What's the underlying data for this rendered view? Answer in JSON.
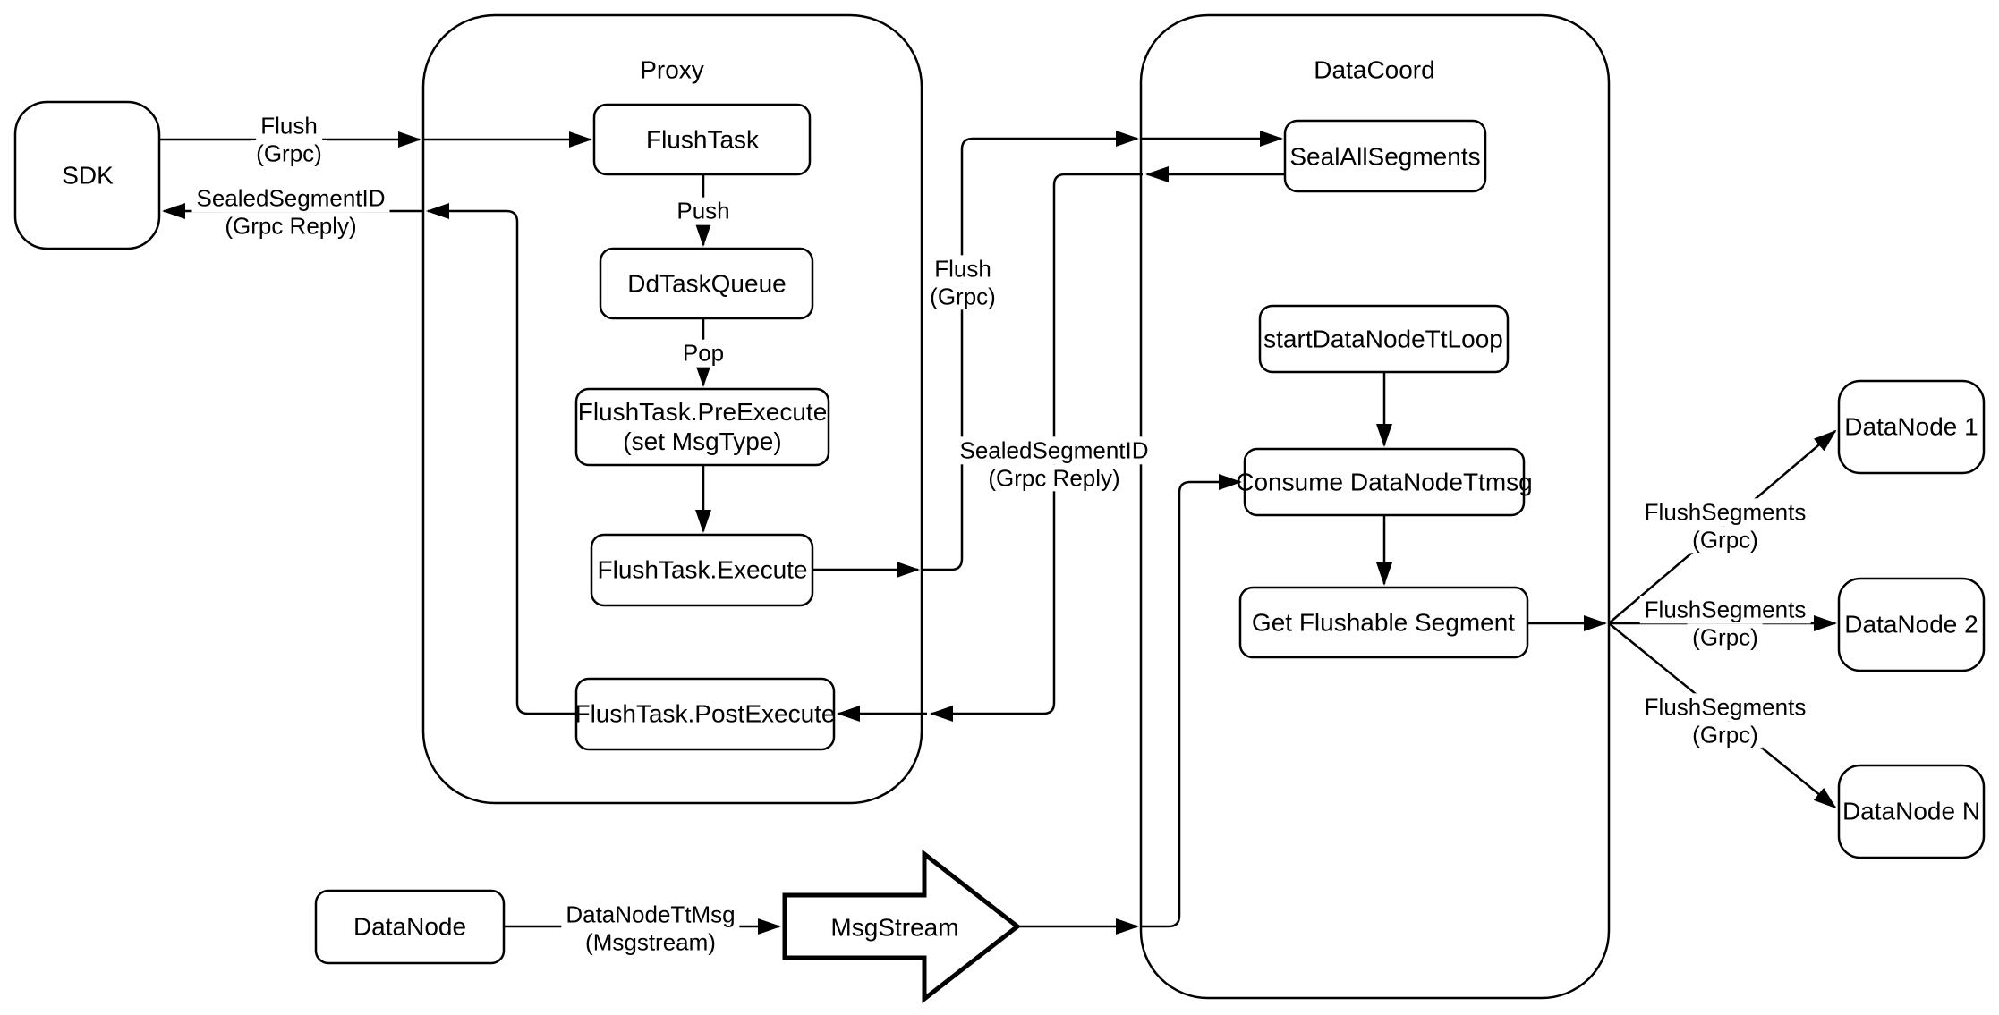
{
  "containers": {
    "proxy": {
      "label": "Proxy"
    },
    "datacoord": {
      "label": "DataCoord"
    }
  },
  "nodes": {
    "sdk": {
      "label": "SDK"
    },
    "flush_task": {
      "label": "FlushTask"
    },
    "dd_task_queue": {
      "label": "DdTaskQueue"
    },
    "pre_execute": {
      "label": "FlushTask.PreExecute",
      "sublabel": "(set MsgType)"
    },
    "execute": {
      "label": "FlushTask.Execute"
    },
    "post_execute": {
      "label": "FlushTask.PostExecute"
    },
    "seal_all_segments": {
      "label": "SealAllSegments"
    },
    "start_loop": {
      "label": "startDataNodeTtLoop"
    },
    "consume": {
      "label": "Consume DataNodeTtmsg"
    },
    "get_flushable": {
      "label": "Get Flushable Segment"
    },
    "datanode1": {
      "label": "DataNode 1"
    },
    "datanode2": {
      "label": "DataNode 2"
    },
    "datanoden": {
      "label": "DataNode N"
    },
    "datanode_bottom": {
      "label": "DataNode"
    },
    "msgstream": {
      "label": "MsgStream"
    }
  },
  "edge_labels": {
    "flush_left": {
      "line1": "Flush",
      "line2": "(Grpc)"
    },
    "reply_left": {
      "line1": "SealedSegmentID",
      "line2": "(Grpc Reply)"
    },
    "push": {
      "text": "Push"
    },
    "pop": {
      "text": "Pop"
    },
    "flush_mid": {
      "line1": "Flush",
      "line2": "(Grpc)"
    },
    "reply_mid": {
      "line1": "SealedSegmentID",
      "line2": "(Grpc Reply)"
    },
    "flush_segments_1": {
      "line1": "FlushSegments",
      "line2": "(Grpc)"
    },
    "flush_segments_2": {
      "line1": "FlushSegments",
      "line2": "(Grpc)"
    },
    "flush_segments_3": {
      "line1": "FlushSegments",
      "line2": "(Grpc)"
    },
    "ttmsg": {
      "line1": "DataNodeTtMsg",
      "line2": "(Msgstream)"
    }
  },
  "colors": {
    "stroke": "#000000",
    "background": "#ffffff",
    "node_fill": "#ffffff"
  }
}
